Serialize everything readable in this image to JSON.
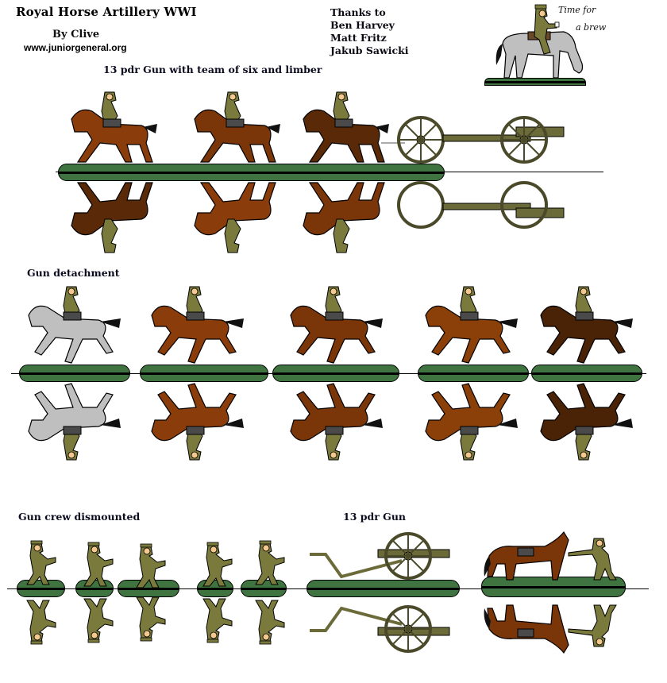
{
  "header": {
    "title": "Royal Horse Artillery WWI",
    "byline": "By Clive",
    "website": "www.juniorgeneral.org",
    "thanks": [
      "Thanks to",
      "Ben Harvey",
      "Matt Fritz",
      "Jakub Sawicki"
    ],
    "vignette_caption_line1": "Time for",
    "vignette_caption_line2": "a brew"
  },
  "sections": [
    {
      "caption": "13 pdr Gun with team of six and limber",
      "figures": [
        "driver-on-bay-horse",
        "driver-on-bay-horse",
        "driver-on-dark-bay-horse",
        "limber",
        "13-pdr-gun"
      ]
    },
    {
      "caption": "Gun detachment",
      "figures": [
        "rider-on-grey-horse",
        "rider-pointing-on-chestnut-horse",
        "rider-waving-on-bay-horse",
        "rider-on-chestnut-horse",
        "rider-on-dark-horse"
      ]
    },
    {
      "caption": "Gun crew dismounted",
      "figures": [
        "crewman-signalling",
        "crewman-kneeling-with-shell",
        "crewman-lunging-with-shell",
        "crewman-standing-with-shell",
        "crewman-kneeling-holding-shell"
      ]
    },
    {
      "caption": "13 pdr Gun",
      "figures": [
        "13-pdr-gun-unlimbered",
        "horse-holder-with-three-horses"
      ]
    }
  ],
  "colors": {
    "base_green": "#3f7440",
    "khaki": "#8b8b4a",
    "gun_olive": "#6b6b3a",
    "bay": "#8a3d0a",
    "dark_bay": "#5a2a08",
    "grey_horse": "#bfbfbf",
    "skin": "#f5c890"
  }
}
